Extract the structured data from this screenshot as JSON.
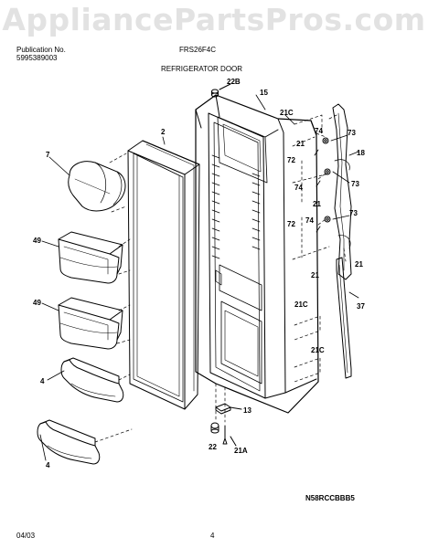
{
  "watermark": "AppliancePartsPros.com",
  "header": {
    "publication_label": "Publication No.",
    "publication_number": "5995389003",
    "model": "FRS26F4C",
    "section_title": "REFRIGERATOR DOOR"
  },
  "callouts": {
    "c22B": "22B",
    "c15": "15",
    "c2": "2",
    "c7": "7",
    "c49a": "49",
    "c49b": "49",
    "c4a": "4",
    "c4b": "4",
    "c13": "13",
    "c22": "22",
    "c21A": "21A",
    "c21C_top": "21C",
    "c21_top": "21",
    "c74a": "74",
    "c73a": "73",
    "c18": "18",
    "c72a": "72",
    "c74b": "74",
    "c73b": "73",
    "c21_mid": "21",
    "c72b": "72",
    "c74c": "74",
    "c73c": "73",
    "c21_low": "21",
    "c21_right": "21",
    "c37": "37",
    "c21C_mid": "21C",
    "c21C_low": "21C"
  },
  "footer": {
    "date": "04/03",
    "page": "4",
    "code": "N58RCCBBB5"
  }
}
